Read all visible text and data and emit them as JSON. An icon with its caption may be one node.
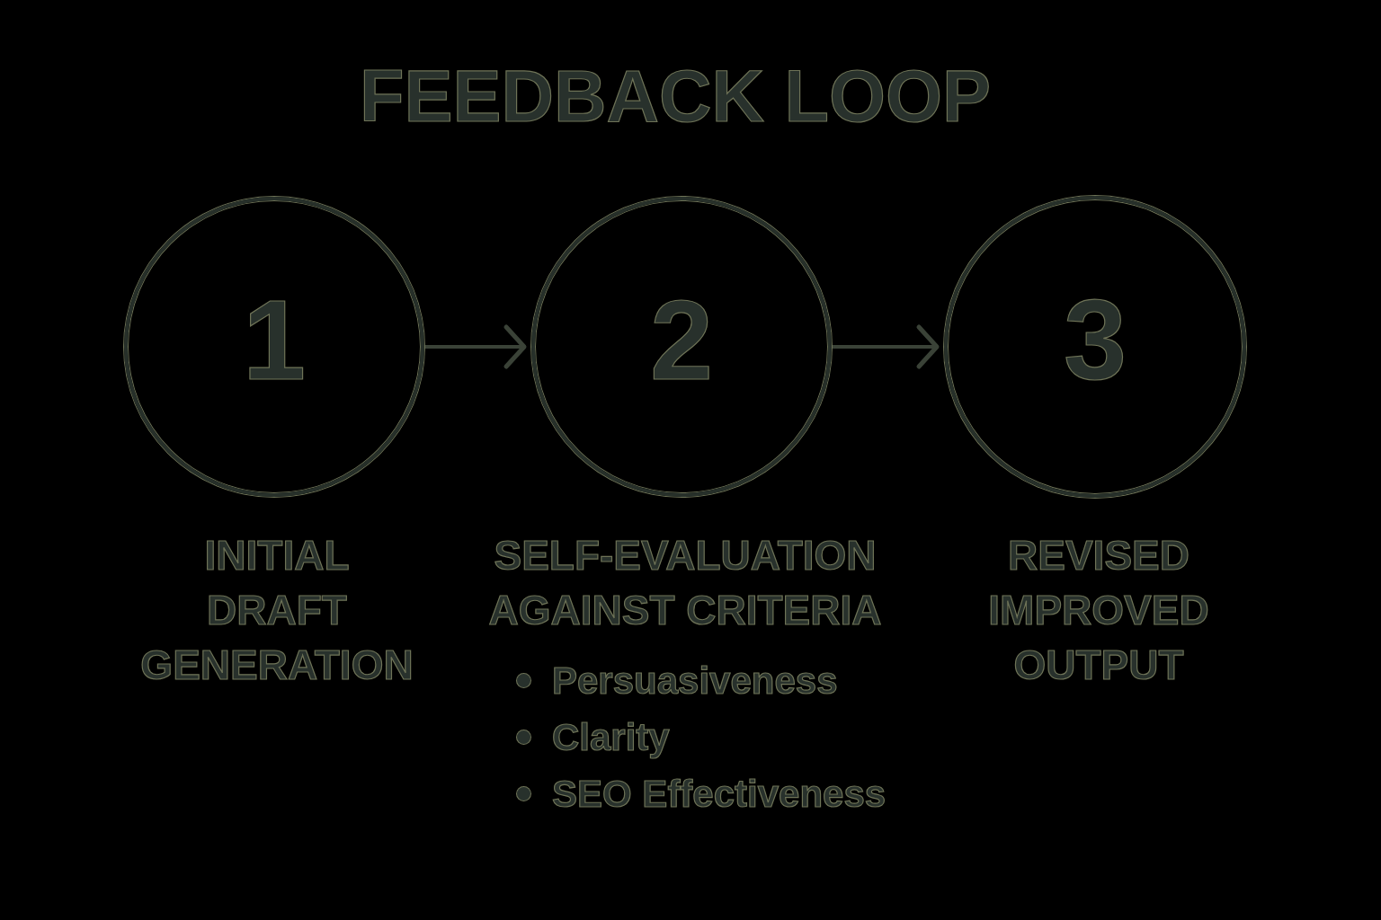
{
  "diagram": {
    "title": "FEEDBACK LOOP",
    "nodes": [
      {
        "text": [
          "1"
        ],
        "beside": [
          "INITIAL DRAFT GENERATION"
        ]
      },
      {
        "text": [
          "2"
        ],
        "beside": [
          "SELF-EVALUATION AGAINST CRITERIA",
          "Persuasiveness",
          "Clarity",
          "SEO Effectiveness"
        ]
      },
      {
        "text": [
          "3"
        ],
        "beside": [
          "REVISED IMPROVED OUTPUT"
        ]
      }
    ],
    "edges": [
      {
        "from": 0,
        "to": 1,
        "arrow": "to"
      },
      {
        "from": 1,
        "to": 2,
        "arrow": "to"
      }
    ]
  }
}
